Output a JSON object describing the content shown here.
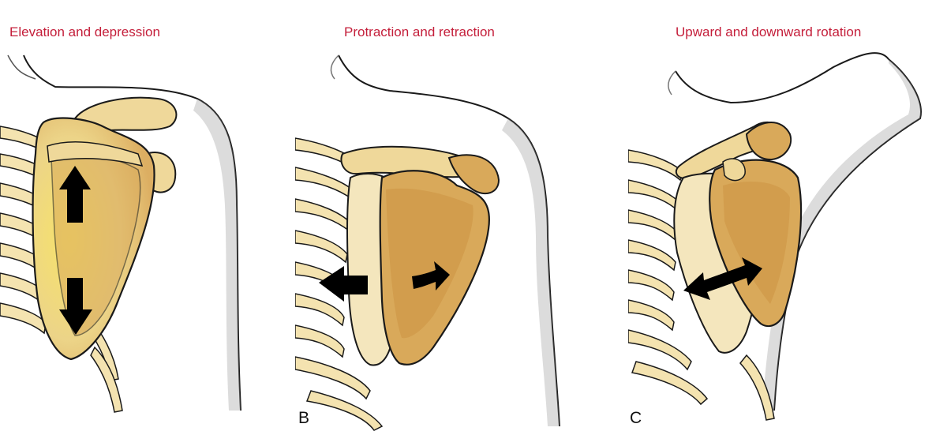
{
  "panels": [
    {
      "title": "Elevation and depression",
      "letter": "",
      "arrows": [
        "up-arrow",
        "down-arrow"
      ]
    },
    {
      "title": "Protraction and retraction",
      "letter": "B",
      "arrows": [
        "left-arrow",
        "right-arrow"
      ]
    },
    {
      "title": "Upward and downward rotation",
      "letter": "C",
      "arrows": [
        "double-headed-curved-arrow"
      ]
    }
  ],
  "colors": {
    "title": "#c41e3a",
    "bone_light": "#efd89a",
    "bone_dark": "#d9a95a",
    "bone_shadow": "#c98f3e",
    "outline": "#1a1a1a",
    "arrow": "#000000",
    "skin_shade": "#8a8a8a"
  }
}
